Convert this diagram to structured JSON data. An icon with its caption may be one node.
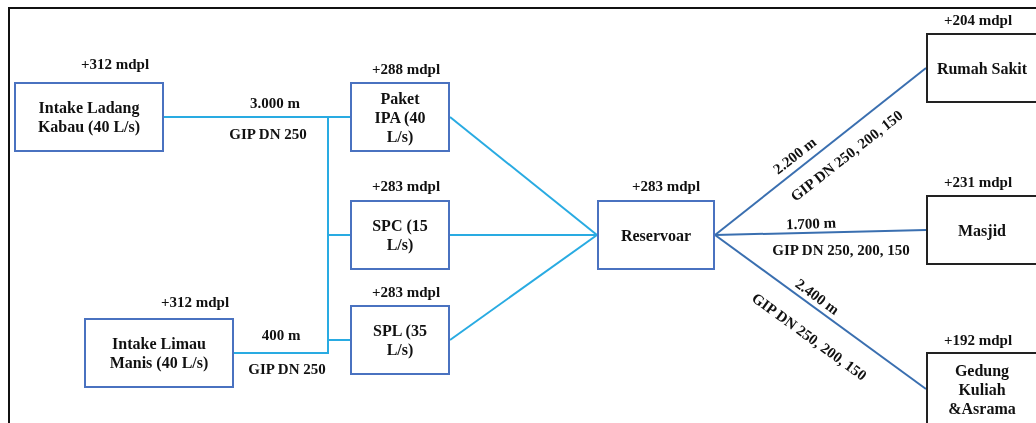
{
  "diagram": {
    "nodes": [
      {
        "text": [
          "Intake Ladang Kabau (40 L/s)"
        ],
        "beside": [
          "+312 mdpl"
        ]
      },
      {
        "text": [
          "Paket IPA (40 L/s)"
        ],
        "beside": [
          "+288 mdpl"
        ]
      },
      {
        "text": [
          "SPC (15 L/s)"
        ],
        "beside": [
          "+283 mdpl"
        ]
      },
      {
        "text": [
          "Intake Limau Manis (40 L/s)"
        ],
        "beside": [
          "+312 mdpl"
        ]
      },
      {
        "text": [
          "SPL (35 L/s)"
        ],
        "beside": [
          "+283 mdpl"
        ]
      },
      {
        "text": [
          "Reservoar"
        ],
        "beside": [
          "+283 mdpl"
        ]
      },
      {
        "text": [
          "Rumah Sakit"
        ],
        "beside": [
          "+204 mdpl"
        ]
      },
      {
        "text": [
          "Masjid"
        ],
        "beside": [
          "+231 mdpl"
        ]
      },
      {
        "text": [
          "Gedung Kuliah &Asrama"
        ],
        "beside": [
          "+192 mdpl"
        ]
      }
    ],
    "edges": [
      {
        "from": 0,
        "to": 1,
        "arrow": "none"
      },
      {
        "from": 0,
        "to": 2,
        "arrow": "none"
      },
      {
        "from": 0,
        "to": 4,
        "arrow": "none"
      },
      {
        "from": 3,
        "to": 1,
        "arrow": "none"
      },
      {
        "from": 3,
        "to": 2,
        "arrow": "none"
      },
      {
        "from": 3,
        "to": 4,
        "arrow": "none"
      },
      {
        "from": 1,
        "to": 5,
        "arrow": "none"
      },
      {
        "from": 2,
        "to": 5,
        "arrow": "none"
      },
      {
        "from": 4,
        "to": 5,
        "arrow": "none"
      },
      {
        "from": 5,
        "to": 6,
        "arrow": "none",
        "color": "#3a6fb0"
      },
      {
        "from": 5,
        "to": 7,
        "arrow": "none",
        "color": "#3a6fb0"
      },
      {
        "from": 5,
        "to": 8,
        "arrow": "none",
        "color": "#3a6fb0"
      }
    ],
    "labels": [
      "3.000 m",
      "GIP DN 250",
      "2.200 m",
      "GIP DN 250, 200, 150",
      "1.700 m",
      "GIP DN 250, 200, 150",
      "400 m",
      "2.400 m",
      "GIP DN 250, 200, 150",
      "GIP DN 250"
    ]
  }
}
